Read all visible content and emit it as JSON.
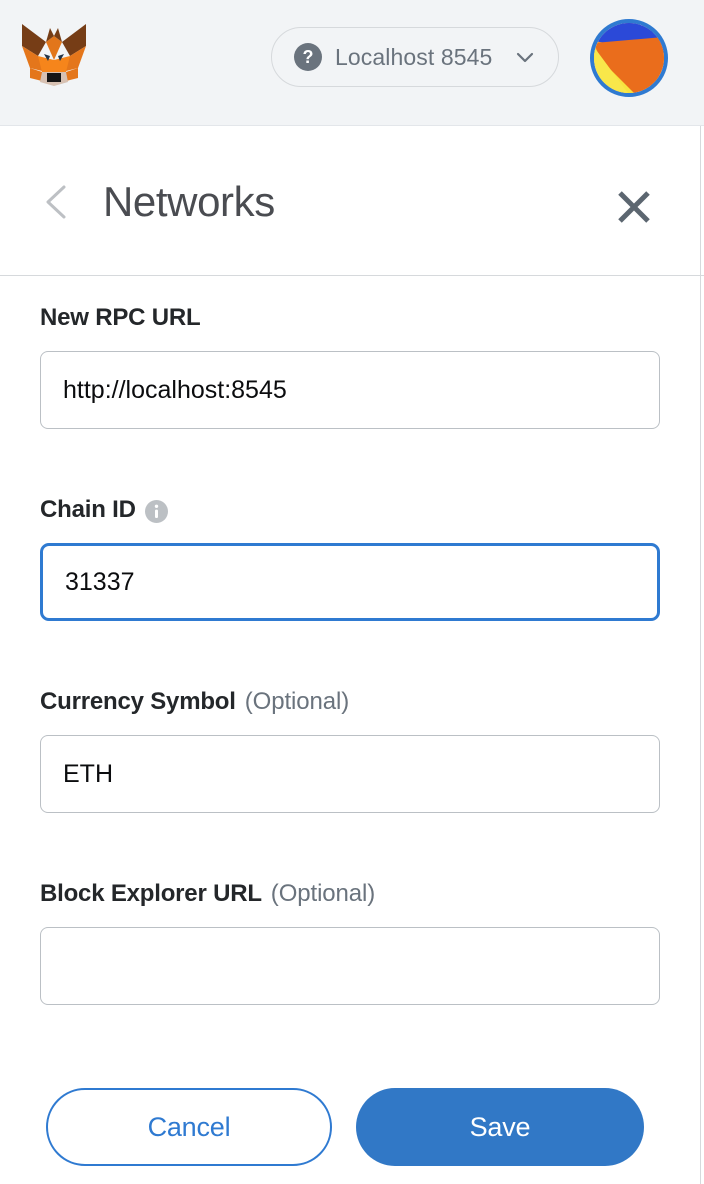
{
  "topbar": {
    "logo_name": "metamask-fox-logo",
    "network_selector": {
      "status_icon": "question-mark-icon",
      "label": "Localhost 8545",
      "chevron": "chevron-down-icon"
    },
    "account_avatar": "account-jazzicon-avatar"
  },
  "header": {
    "back_icon": "chevron-left-icon",
    "title": "Networks",
    "close_icon": "close-icon"
  },
  "form": {
    "fields": [
      {
        "label": "New RPC URL",
        "optional": "",
        "value": "http://localhost:8545",
        "placeholder": "",
        "focused": false,
        "has_info": false
      },
      {
        "label": "Chain ID",
        "optional": "",
        "value": "31337",
        "placeholder": "",
        "focused": true,
        "has_info": true,
        "info_icon": "info-icon"
      },
      {
        "label": "Currency Symbol",
        "optional": "(Optional)",
        "value": "ETH",
        "placeholder": "",
        "focused": false,
        "has_info": false
      },
      {
        "label": "Block Explorer URL",
        "optional": "(Optional)",
        "value": "",
        "placeholder": "",
        "focused": false,
        "has_info": false
      }
    ]
  },
  "actions": {
    "cancel_label": "Cancel",
    "save_label": "Save"
  },
  "colors": {
    "accent_blue": "#3178c6",
    "focus_blue": "#2f7ad1",
    "topbar_bg": "#f2f4f6",
    "text_dark": "#24272a",
    "text_muted": "#6a737d",
    "border_gray": "#bbc0c5"
  }
}
